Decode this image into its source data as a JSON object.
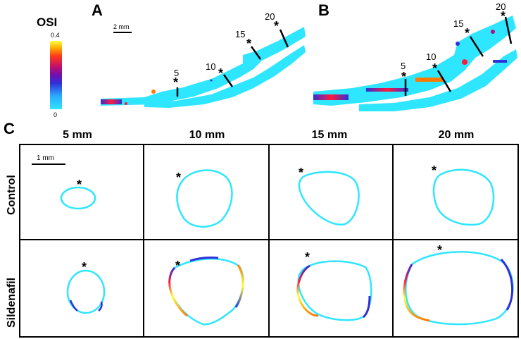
{
  "colorbar": {
    "title": "OSI",
    "max_label": "0.4",
    "min_label": "0",
    "colors": [
      "#ffff40",
      "#ff7a00",
      "#ff1a3c",
      "#b0107c",
      "#3030d8",
      "#2aa8ff",
      "#2ee6ff"
    ]
  },
  "panels": {
    "a_label": "A",
    "b_label": "B",
    "c_label": "C",
    "scalebar_top": "2 mm",
    "scalebar_grid": "1 mm",
    "marker": "*",
    "a_ticks": [
      "5",
      "10",
      "15",
      "20"
    ],
    "b_ticks": [
      "5",
      "10",
      "15",
      "20"
    ]
  },
  "grid": {
    "columns": [
      "5 mm",
      "10 mm",
      "15 mm",
      "20 mm"
    ],
    "rows": [
      "Control",
      "Sildenafil"
    ]
  },
  "colors": {
    "vessel": "#2ee6ff",
    "low": "#3030d8",
    "mid": "#b0107c",
    "high": "#ff1a3c",
    "peak": "#ffff40"
  }
}
